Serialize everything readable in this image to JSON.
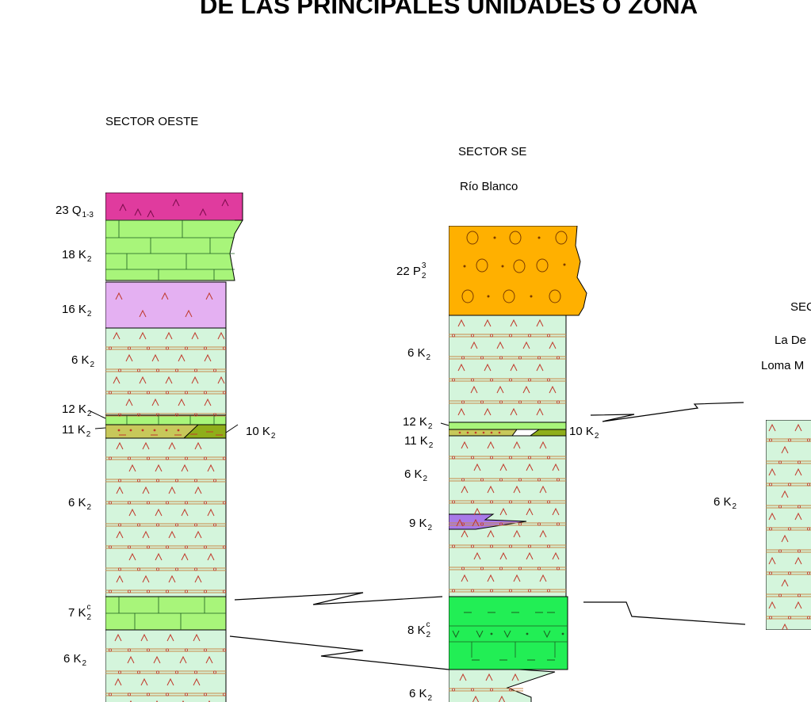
{
  "title": "DE LAS PRINCIPALES UNIDADES O ZONA",
  "colors": {
    "lava_bg": "#d4f5dc",
    "lava_mark": "#c0392b",
    "tuff_line": "#c8894a",
    "limestone": "#a8f57a",
    "limestone_dark": "#22ee55",
    "conglomerate": "#ffb000",
    "andesite_pink": "#e03b9e",
    "lilac": "#e4b0f2",
    "violet": "#a87ae8",
    "olive": "#8fae1a",
    "olive_light": "#c7c85a"
  },
  "sections": {
    "west": {
      "header": "SECTOR OESTE",
      "labels": [
        {
          "num": "23",
          "k": "Q",
          "sub": "1-3",
          "sup": ""
        },
        {
          "num": "18",
          "k": "K",
          "sub": "2",
          "sup": ""
        },
        {
          "num": "16",
          "k": "K",
          "sub": "2",
          "sup": ""
        },
        {
          "num": "6",
          "k": "K",
          "sub": "2",
          "sup": ""
        },
        {
          "num": "12",
          "k": "K",
          "sub": "2",
          "sup": ""
        },
        {
          "num": "11",
          "k": "K",
          "sub": "2",
          "sup": ""
        },
        {
          "num": "10",
          "k": "K",
          "sub": "2",
          "sup": ""
        },
        {
          "num": "6",
          "k": "K",
          "sub": "2",
          "sup": ""
        },
        {
          "num": "7",
          "k": "K",
          "sub": "2",
          "sup": "c"
        },
        {
          "num": "6",
          "k": "K",
          "sub": "2",
          "sup": ""
        }
      ]
    },
    "southeast": {
      "header": "SECTOR SE",
      "locality": "Río Blanco",
      "labels": [
        {
          "num": "22",
          "k": "P",
          "sub": "2",
          "sup": "3"
        },
        {
          "num": "6",
          "k": "K",
          "sub": "2",
          "sup": ""
        },
        {
          "num": "12",
          "k": "K",
          "sub": "2",
          "sup": ""
        },
        {
          "num": "11",
          "k": "K",
          "sub": "2",
          "sup": ""
        },
        {
          "num": "10",
          "k": "K",
          "sub": "2",
          "sup": ""
        },
        {
          "num": "6",
          "k": "K",
          "sub": "2",
          "sup": ""
        },
        {
          "num": "9",
          "k": "K",
          "sub": "2",
          "sup": ""
        },
        {
          "num": "8",
          "k": "K",
          "sub": "2",
          "sup": "c"
        },
        {
          "num": "6",
          "k": "K",
          "sub": "2",
          "sup": ""
        }
      ]
    },
    "east": {
      "header": "SEC",
      "locality_1": "La De",
      "locality_2": "Loma M",
      "labels": [
        {
          "num": "6",
          "k": "K",
          "sub": "2",
          "sup": ""
        }
      ]
    }
  }
}
